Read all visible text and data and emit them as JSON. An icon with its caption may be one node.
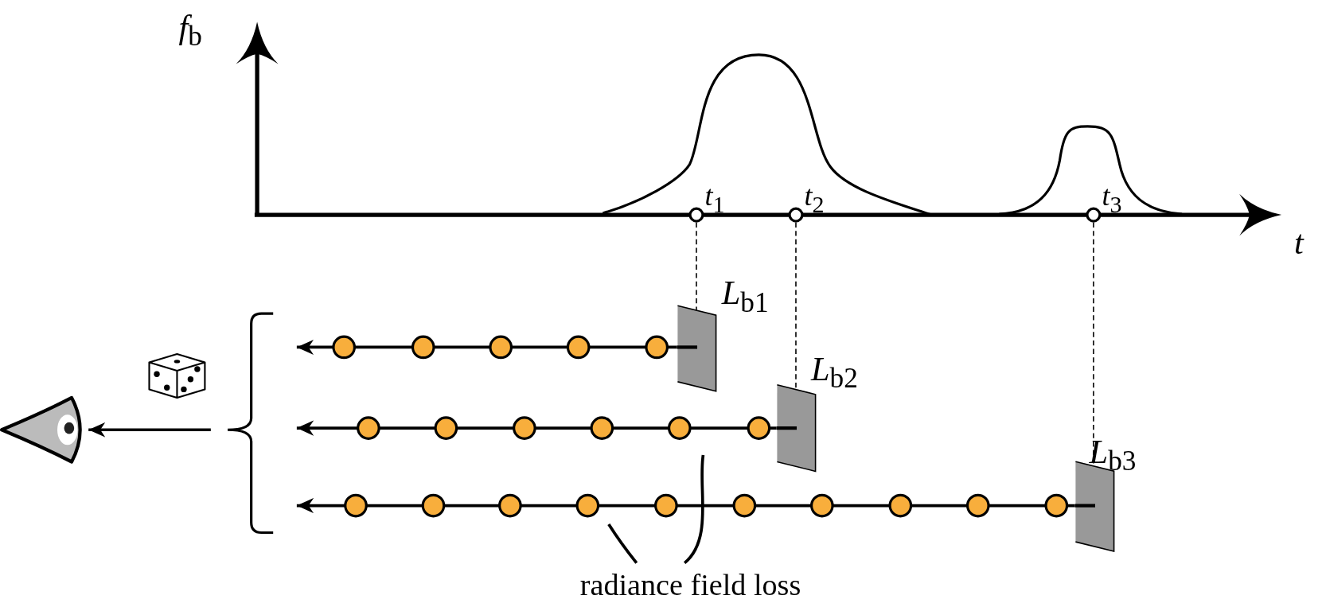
{
  "diagram": {
    "nodes": [
      {
        "text": [],
        "shape": "circle",
        "beside": [
          "*t*$_{1}$"
        ]
      },
      {
        "text": [],
        "shape": "circle",
        "beside": [
          "*t*$_{2}$"
        ]
      },
      {
        "text": [],
        "shape": "circle",
        "beside": [
          "*t*$_{3}$"
        ]
      },
      {
        "text": [],
        "shape": "box",
        "beside": [
          "*L*$_{b1}$"
        ]
      },
      {
        "text": [],
        "shape": "box",
        "beside": [
          "*L*$_{b2}$"
        ]
      },
      {
        "text": [],
        "shape": "box",
        "beside": [
          "*L*$_{b3}$"
        ]
      },
      {
        "text": [],
        "shape": "eye"
      },
      {
        "text": [
          "radiance field loss"
        ]
      },
      {
        "text": [],
        "shape": "brace"
      }
    ],
    "edges": [
      {
        "from": 0,
        "to": 3,
        "arrow": "none",
        "style": "dashed"
      },
      {
        "from": 1,
        "to": 4,
        "arrow": "none",
        "style": "dashed"
      },
      {
        "from": 2,
        "to": 5,
        "arrow": "none",
        "style": "dashed"
      },
      {
        "from": 3,
        "to": 8,
        "arrow": "to"
      },
      {
        "from": 4,
        "to": 8,
        "arrow": "to"
      },
      {
        "from": 5,
        "to": 8,
        "arrow": "to"
      },
      {
        "from": 8,
        "to": 6,
        "arrow": "to"
      },
      {
        "from": 7,
        "to": null,
        "arrow": "none"
      },
      {
        "from": 7,
        "to": null,
        "arrow": "none"
      }
    ],
    "labels": [
      "*f*$_{b}$",
      "*t*"
    ]
  }
}
